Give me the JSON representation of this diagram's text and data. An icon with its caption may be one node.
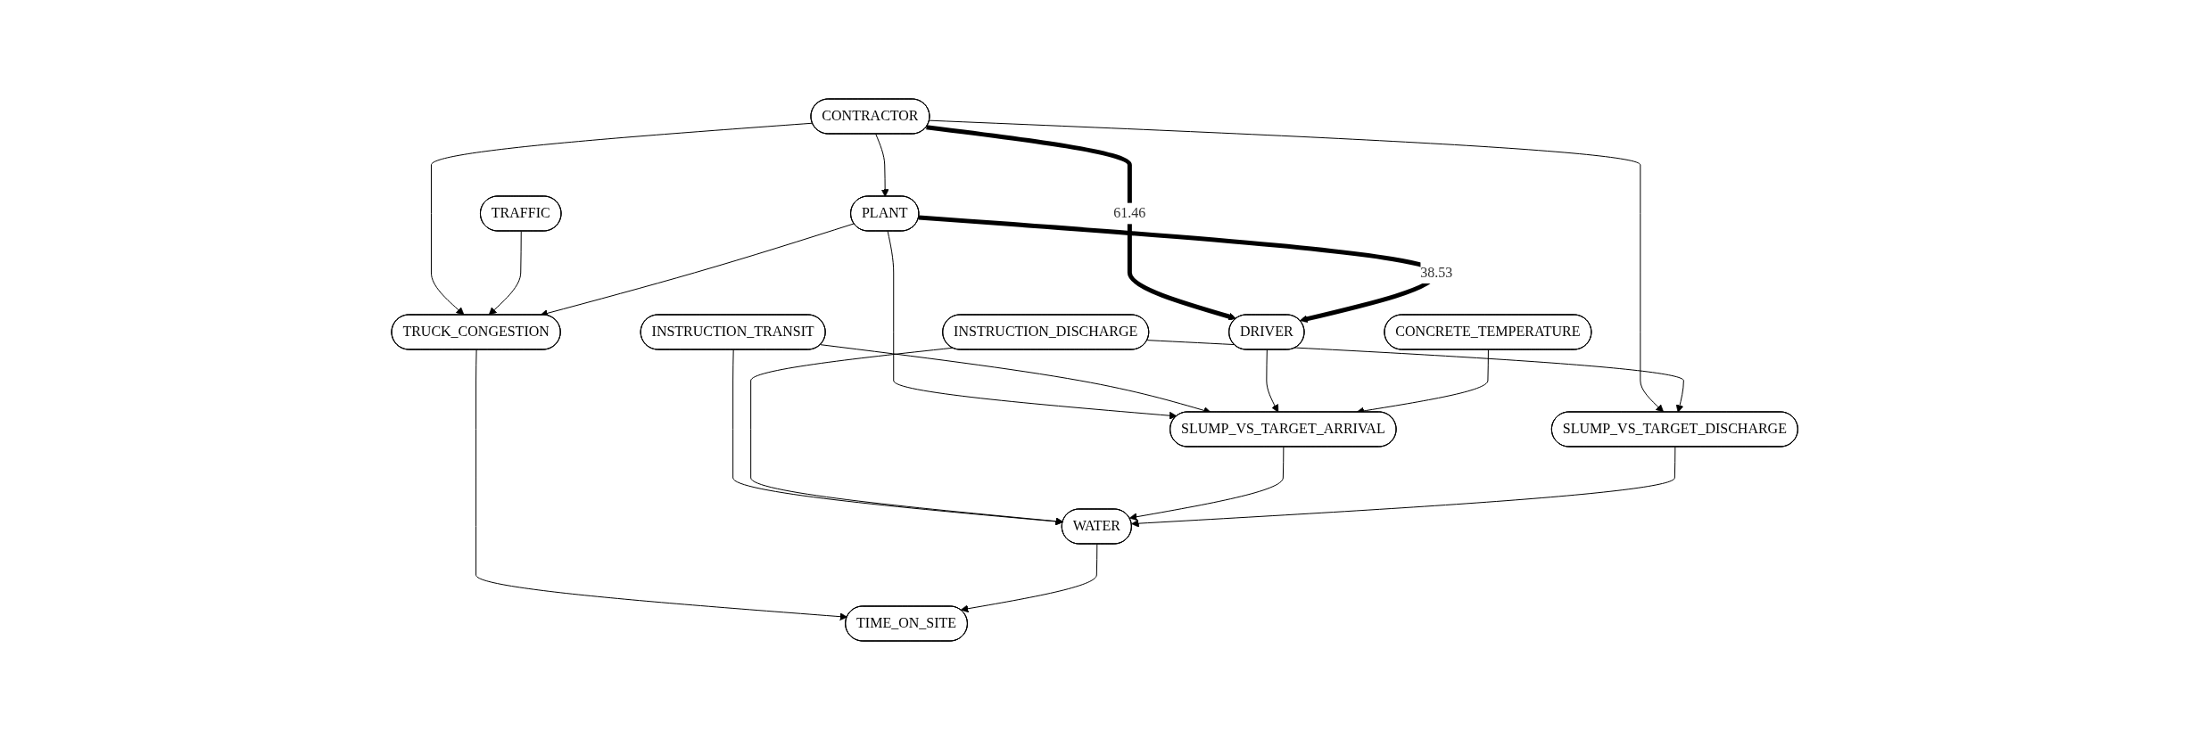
{
  "diagram": {
    "nodes": [
      {
        "text": [
          "CONTRACTOR"
        ]
      },
      {
        "text": [
          "TRAFFIC"
        ]
      },
      {
        "text": [
          "PLANT"
        ]
      },
      {
        "text": [
          "TRUCK_CONGESTION"
        ]
      },
      {
        "text": [
          "INSTRUCTION_TRANSIT"
        ]
      },
      {
        "text": [
          "DRIVER"
        ]
      },
      {
        "text": [
          "CONCRETE_TEMPERATURE"
        ]
      },
      {
        "text": [
          "INSTRUCTION_DISCHARGE"
        ]
      },
      {
        "text": [
          "SLUMP_VS_TARGET_ARRIVAL"
        ]
      },
      {
        "text": [
          "SLUMP_VS_TARGET_DISCHARGE"
        ]
      },
      {
        "text": [
          "WATER"
        ]
      },
      {
        "text": [
          "TIME_ON_SITE"
        ]
      }
    ],
    "edges": [
      {
        "from": 0,
        "to": 3,
        "arrow": "to"
      },
      {
        "from": 0,
        "to": 2,
        "arrow": "to"
      },
      {
        "from": 0,
        "to": 5,
        "arrow": "to",
        "label": "61.46",
        "style": "thick"
      },
      {
        "from": 0,
        "to": 9,
        "arrow": "to"
      },
      {
        "from": 1,
        "to": 3,
        "arrow": "to"
      },
      {
        "from": 2,
        "to": 3,
        "arrow": "to"
      },
      {
        "from": 2,
        "to": 5,
        "arrow": "to",
        "label": "38.53",
        "style": "thick"
      },
      {
        "from": 2,
        "to": 8,
        "arrow": "to"
      },
      {
        "from": 3,
        "to": 11,
        "arrow": "to"
      },
      {
        "from": 4,
        "to": 8,
        "arrow": "to"
      },
      {
        "from": 4,
        "to": 10,
        "arrow": "to"
      },
      {
        "from": 5,
        "to": 8,
        "arrow": "to"
      },
      {
        "from": 6,
        "to": 8,
        "arrow": "to"
      },
      {
        "from": 7,
        "to": 10,
        "arrow": "to"
      },
      {
        "from": 7,
        "to": 9,
        "arrow": "to"
      },
      {
        "from": 8,
        "to": 10,
        "arrow": "to"
      },
      {
        "from": 9,
        "to": 10,
        "arrow": "to"
      },
      {
        "from": 10,
        "to": 11,
        "arrow": "to"
      }
    ]
  }
}
